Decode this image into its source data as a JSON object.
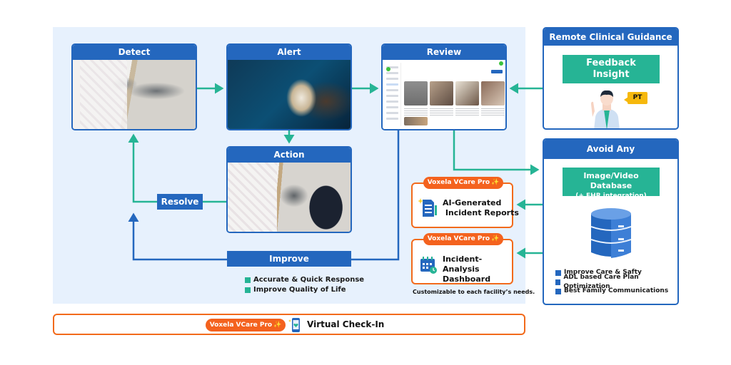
{
  "stages": {
    "detect": "Detect",
    "alert": "Alert",
    "review": "Review",
    "action": "Action",
    "resolve": "Resolve",
    "improve": "Improve"
  },
  "outcomes": [
    "Accurate & Quick Response",
    "Improve Quality of Life"
  ],
  "remote_guidance": {
    "title": "Remote Clinical Guidance",
    "box_line1": "Feedback",
    "box_line2": "Insight",
    "bubble": "PT"
  },
  "avoid_lawsuit": {
    "title": "Avoid Any Lawsuit/Accidents",
    "box_title": "Image/Video Database",
    "box_sub": "(+ EHR integration)",
    "items": [
      "Improve Care & Safty",
      "ADL based Care Plan Optimization",
      "Best Family Communications"
    ]
  },
  "pro_features": [
    {
      "badge": "Voxela VCare Pro",
      "line1": "AI-Generated",
      "line2": " Incident Reports",
      "icon": "report-document-icon"
    },
    {
      "badge": "Voxela VCare Pro",
      "line1": "Incident-Analysis",
      "line2": "Dashboard",
      "icon": "calendar-clock-icon"
    }
  ],
  "note": "Customizable to each facility’s needs.",
  "bottom": {
    "badge": "Voxela VCare Pro",
    "label": "Virtual Check-In",
    "icon": "phone-heart-icon"
  },
  "sparkle": "✨",
  "colors": {
    "blue": "#2467be",
    "teal": "#26b495",
    "orange": "#f4621e",
    "panel_bg": "#e7f1fd",
    "yellow": "#f6b80c"
  }
}
